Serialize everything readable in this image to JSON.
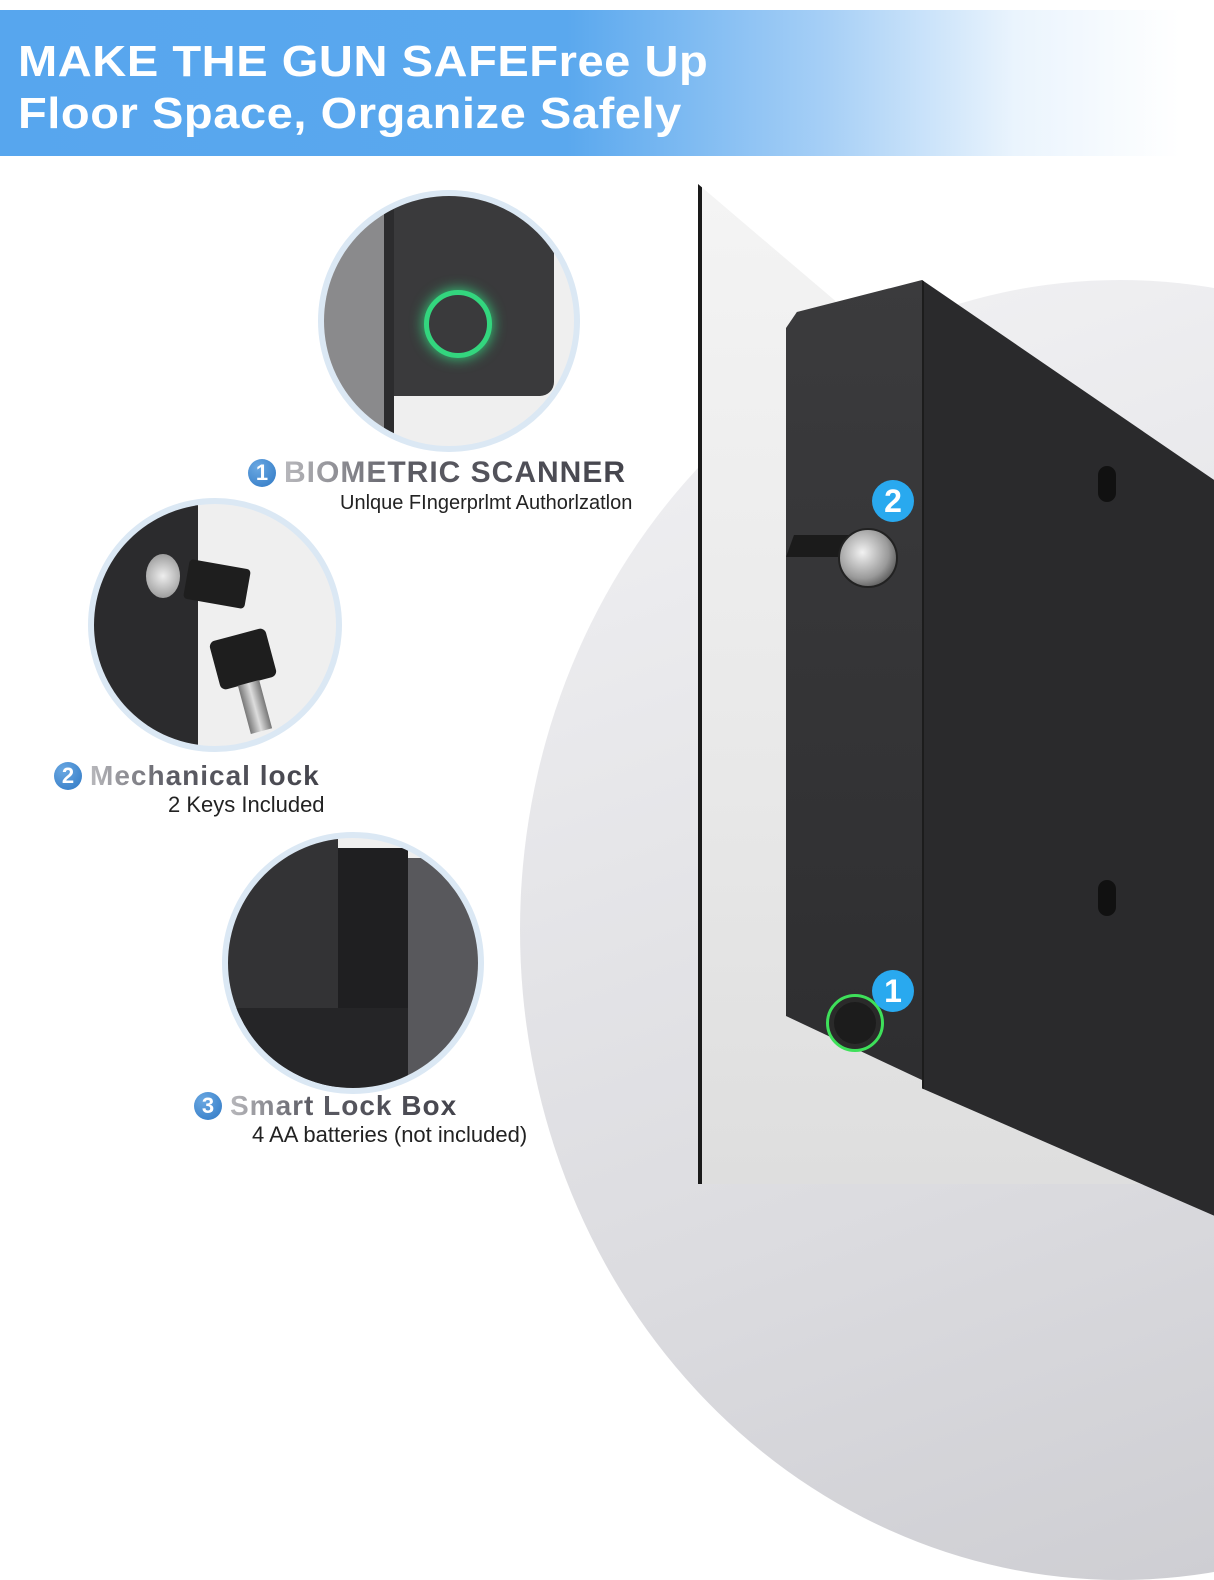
{
  "banner": {
    "title_line1": "MAKE THE GUN SAFEFree Up",
    "title_line2": "Floor Space, Organize Safely",
    "gradient_start": "#57a6ee",
    "gradient_end": "#ffffff"
  },
  "features": [
    {
      "number": "1",
      "title": "BIOMETRIC SCANNER",
      "subtitle": "Unlque FIngerprlmt Authorlzatlon",
      "image": "fingerprint-scanner-closeup"
    },
    {
      "number": "2",
      "title": "Mechanical lock",
      "subtitle": "2 Keys Included",
      "image": "key-lock-closeup"
    },
    {
      "number": "3",
      "title": "Smart Lock Box",
      "subtitle": "4 AA batteries (not included)",
      "image": "open-box-interior-closeup"
    }
  ],
  "product_markers": [
    {
      "number": "2",
      "target": "mechanical-lock"
    },
    {
      "number": "1",
      "target": "fingerprint-scanner"
    }
  ],
  "colors": {
    "marker_blue": "#29a9ef",
    "number_badge_blue": "#2f78c4",
    "scanner_green": "#33d67e",
    "safe_black": "#2a2a2c"
  }
}
